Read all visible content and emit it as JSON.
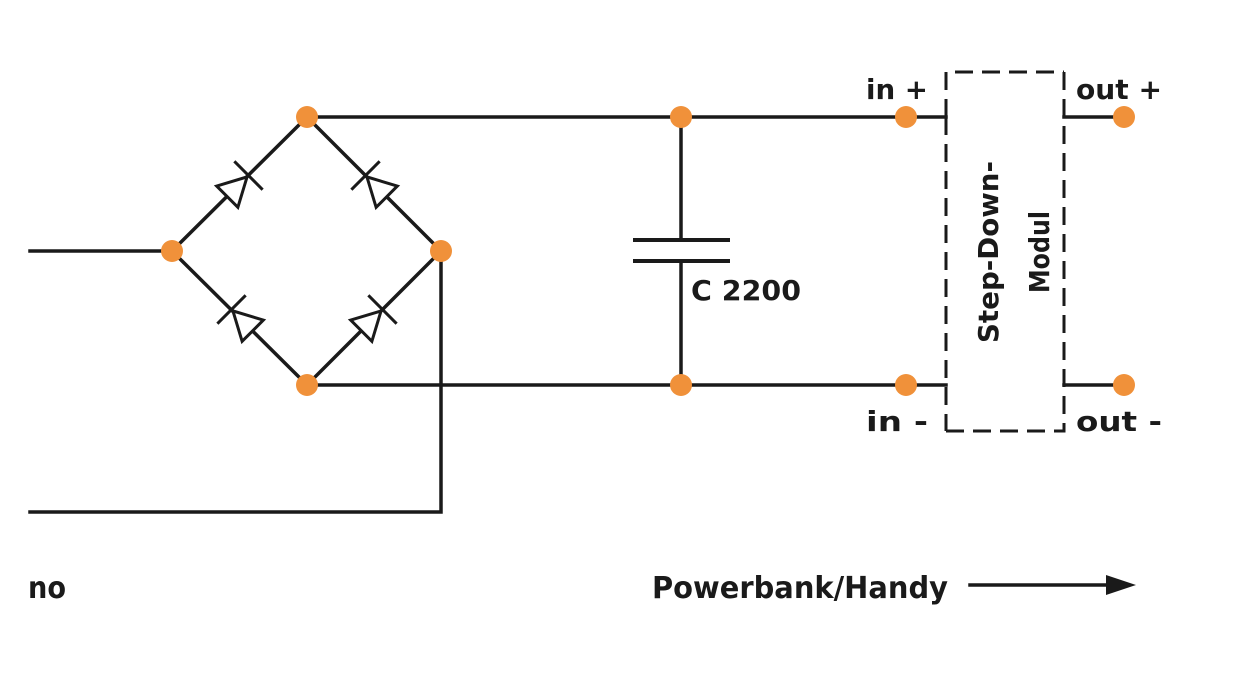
{
  "labels": {
    "in_plus": "in +",
    "in_minus": "in -",
    "out_plus": "out +",
    "out_minus": "out -",
    "capacitor": "C 2200",
    "module_line1": "Step-Down-",
    "module_line2": "Modul",
    "left_partial": "no",
    "destination": "Powerbank/Handy"
  },
  "colors": {
    "node": "#F0913A",
    "line": "#1a1a1a",
    "background": "#ffffff"
  }
}
